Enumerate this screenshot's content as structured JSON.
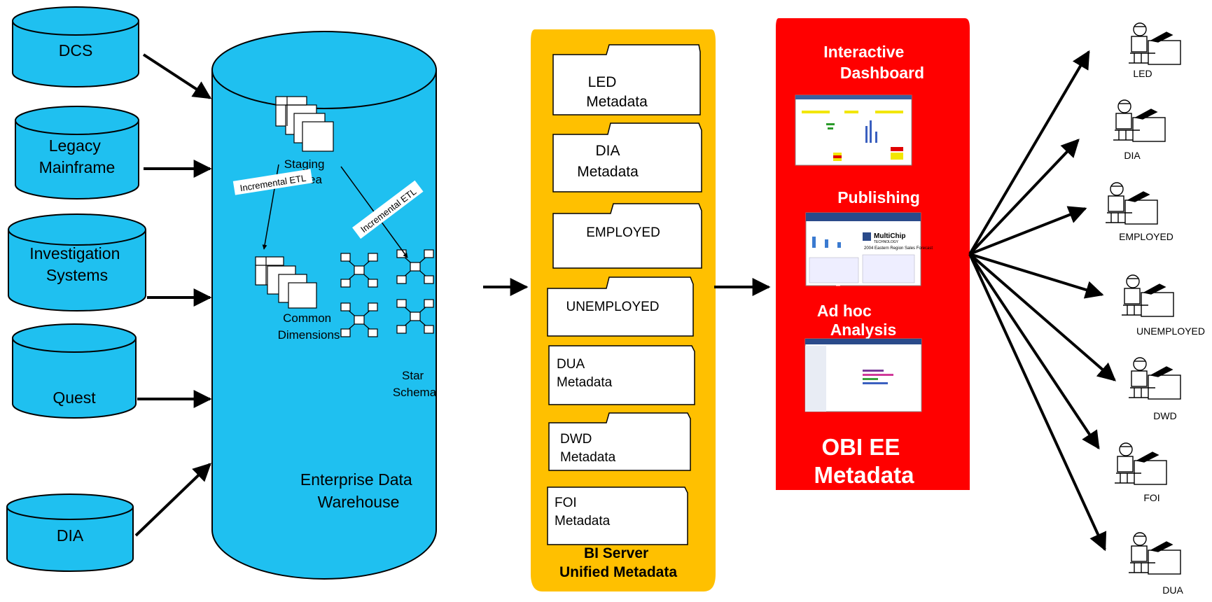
{
  "colors": {
    "cyan": "#1FC0F0",
    "gold": "#FFC000",
    "red": "#FF0000",
    "black": "#000000",
    "white": "#FFFFFF"
  },
  "sources": [
    "DCS",
    "Legacy Mainframe",
    "Investigation Systems",
    "Quest",
    "DIA"
  ],
  "warehouse": {
    "title": "Enterprise Data Warehouse",
    "staging_area": "Staging Area",
    "common_dimensions": "Common Dimensions",
    "star_schema": "Star Schema",
    "etl_label_1": "Incremental ETL",
    "etl_label_2": "Incremental ETL"
  },
  "bi_server": {
    "title": "BI Server Unified Metadata",
    "folders": [
      "LED Metadata",
      "DIA Metadata",
      "EMPLOYED",
      "UNEMPLOYED",
      "DUA Metadata",
      "DWD Metadata",
      "FOI Metadata"
    ]
  },
  "obiee": {
    "interactive_dashboard": "Interactive Dashboard",
    "publishing": "Publishing",
    "dash": "-",
    "ad_hoc": "Ad hoc Analysis",
    "title": "OBI EE Metadata",
    "report_brand": "MultiChip",
    "report_brand_sub": "TECHNOLOGY",
    "report_title": "2004 Eastern Region Sales Forecast"
  },
  "users": [
    "LED",
    "DIA",
    "EMPLOYED",
    "UNEMPLOYED",
    "DWD",
    "FOI",
    "DUA"
  ]
}
